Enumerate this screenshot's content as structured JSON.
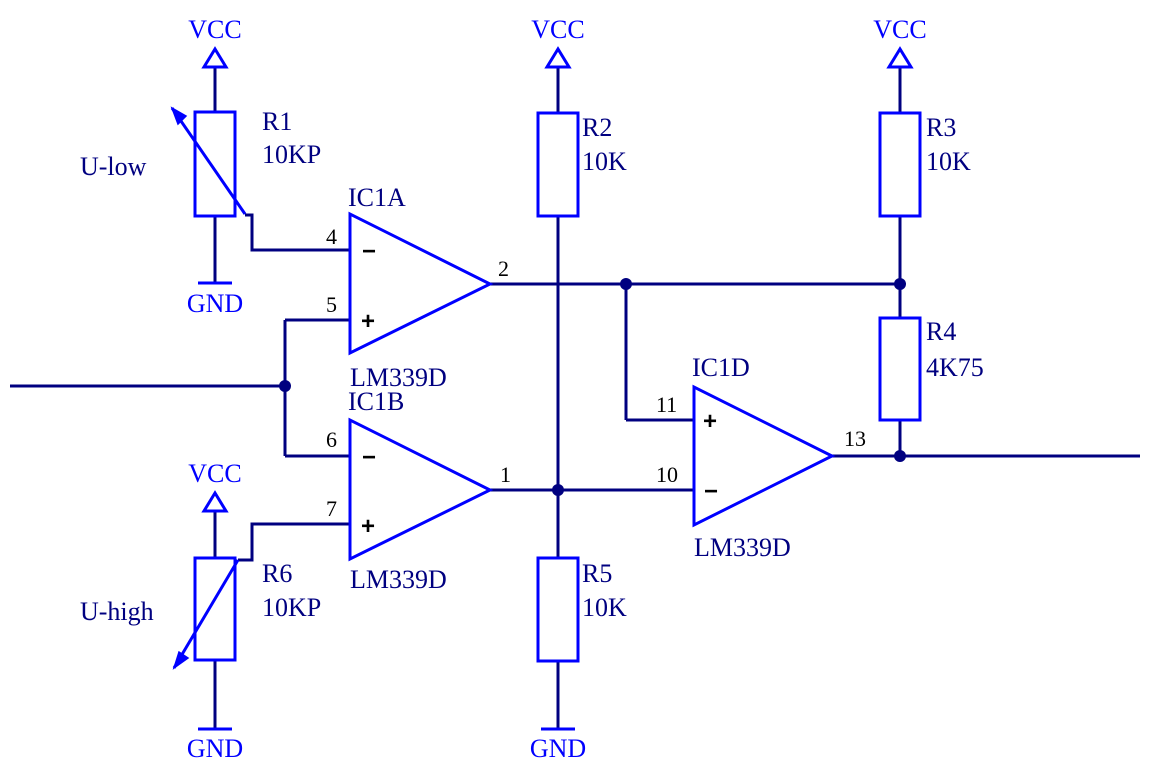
{
  "power": {
    "vcc_r1": "VCC",
    "vcc_r2": "VCC",
    "vcc_r3": "VCC",
    "vcc_r6": "VCC",
    "gnd_r1": "GND",
    "gnd_r6": "GND",
    "gnd_r5": "GND"
  },
  "resistors": {
    "r1": {
      "ref": "R1",
      "value": "10KP",
      "net_label": "U-low"
    },
    "r2": {
      "ref": "R2",
      "value": "10K"
    },
    "r3": {
      "ref": "R3",
      "value": "10K"
    },
    "r4": {
      "ref": "R4",
      "value": "4K75"
    },
    "r5": {
      "ref": "R5",
      "value": "10K"
    },
    "r6": {
      "ref": "R6",
      "value": "10KP",
      "net_label": "U-high"
    }
  },
  "comparators": {
    "ic1a": {
      "ref": "IC1A",
      "part": "LM339D",
      "pins": {
        "inv": "4",
        "noninv": "5",
        "out": "2"
      }
    },
    "ic1b": {
      "ref": "IC1B",
      "part": "LM339D",
      "pins": {
        "inv": "6",
        "noninv": "7",
        "out": "1"
      }
    },
    "ic1d": {
      "ref": "IC1D",
      "part": "LM339D",
      "pins": {
        "noninv": "11",
        "inv": "10",
        "out": "13"
      }
    }
  },
  "signs": {
    "minus": "−",
    "plus": "+"
  },
  "colors": {
    "component": "#0000FF",
    "wire": "#000080",
    "pin_number": "#000000"
  }
}
